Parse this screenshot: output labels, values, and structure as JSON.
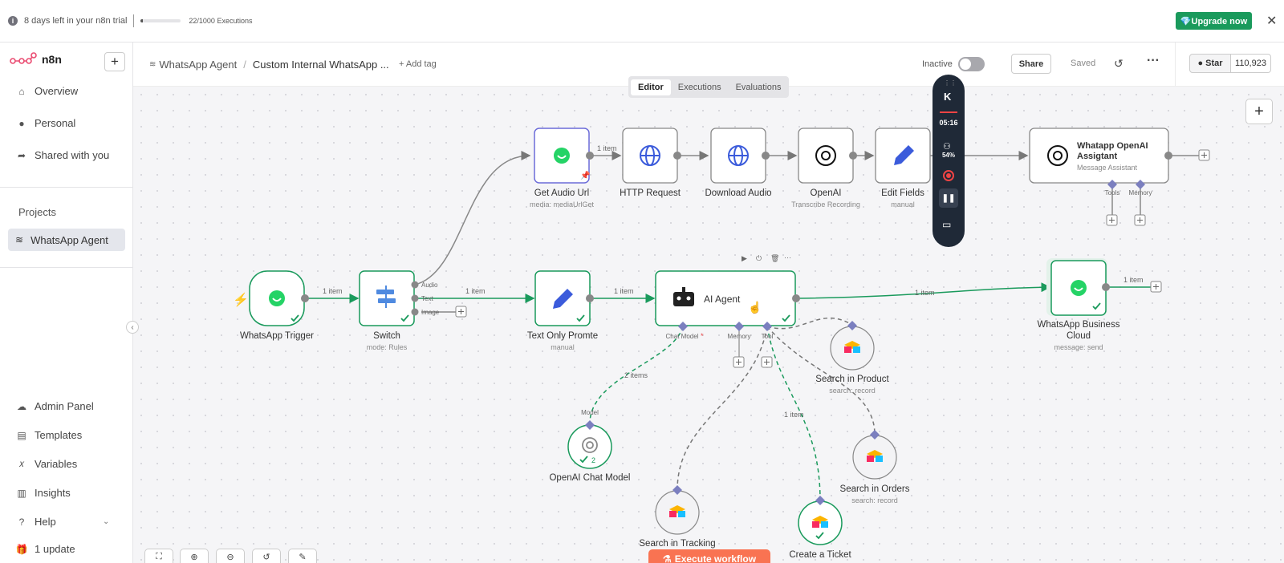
{
  "banner": {
    "trial_text": "8 days left in your n8n trial",
    "exec_text": "22/1000 Executions",
    "exec_progress": 0.022,
    "upgrade_label": "💎Upgrade now"
  },
  "sidebar": {
    "brand": "n8n",
    "nav_top": [
      "Overview",
      "Personal",
      "Shared with you"
    ],
    "projects_label": "Projects",
    "project": "WhatsApp Agent",
    "nav_bottom": [
      "Admin Panel",
      "Templates",
      "Variables",
      "Insights",
      "Help",
      "1 update"
    ]
  },
  "header": {
    "crumb_project": "WhatsApp Agent",
    "crumb_workflow": "Custom Internal WhatsApp ...",
    "add_tag": "+ Add tag",
    "inactive_label": "Inactive",
    "share": "Share",
    "saved": "Saved",
    "star_label": "Star",
    "star_count": "110,923"
  },
  "tabs": [
    "Editor",
    "Executions",
    "Evaluations"
  ],
  "recorder": {
    "time": "05:16",
    "percent": "54%"
  },
  "execute_label": "Execute workflow",
  "nodes": {
    "get_audio_url": {
      "name": "Get Audio Url",
      "sub": "media: mediaUrlGet"
    },
    "http_request": {
      "name": "HTTP Request"
    },
    "download_audio": {
      "name": "Download Audio"
    },
    "openai": {
      "name": "OpenAI",
      "sub": "Transcribe Recording"
    },
    "edit_fields": {
      "name": "Edit Fields",
      "sub": "manual"
    },
    "whatsapp_openai": {
      "name": "Whatapp OpenAI",
      "name2": "Assigtant",
      "sub": "Message Assistant"
    },
    "whatsapp_trigger": {
      "name": "WhatsApp Trigger"
    },
    "switch": {
      "name": "Switch",
      "sub": "mode: Rules"
    },
    "text_only": {
      "name": "Text Only Promte",
      "sub": "manual"
    },
    "ai_agent": {
      "name": "AI Agent"
    },
    "wa_business": {
      "name": "WhatsApp Business",
      "name2": "Cloud",
      "sub": "message: send"
    },
    "openai_chat": {
      "name": "OpenAI Chat Model",
      "badge": "2"
    },
    "search_product": {
      "name": "Search in Product",
      "sub": "search: record"
    },
    "search_orders": {
      "name": "Search in Orders",
      "sub": "search: record"
    },
    "search_tracking": {
      "name": "Search in Tracking"
    },
    "create_ticket": {
      "name": "Create a Ticket"
    }
  },
  "labels": {
    "one_item": "1 item",
    "two_items": "2 items",
    "audio": "Audio",
    "text": "Text",
    "image": "Image",
    "tools": "Tools",
    "memory": "Memory",
    "tool": "Tool",
    "chat_model": "Chat Model",
    "model": "Model"
  }
}
